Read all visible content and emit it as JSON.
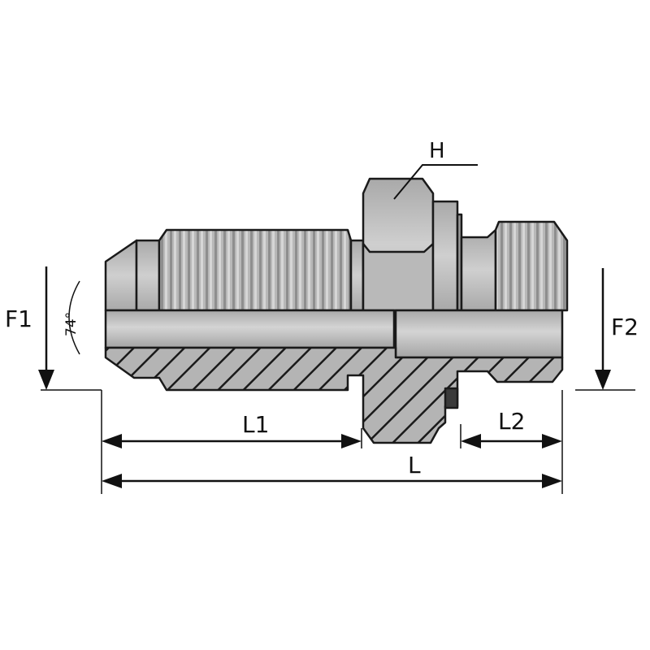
{
  "labels": {
    "hex": "H",
    "f1": "F1",
    "f2": "F2",
    "angle": "74°",
    "l1": "L1",
    "l2": "L2",
    "l": "L"
  },
  "colors": {
    "metal": "#b4b4b4",
    "metal_light": "#d2d2d2",
    "outline": "#1a1a1a",
    "oring": "#3a3a3a"
  }
}
